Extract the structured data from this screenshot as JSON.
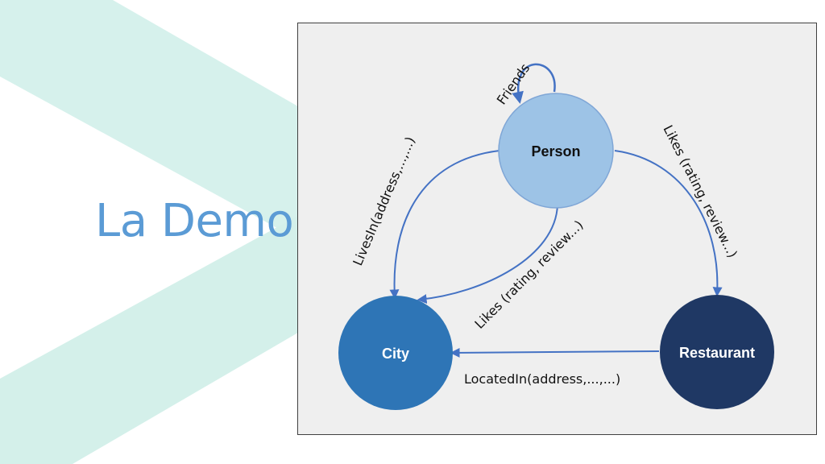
{
  "slide": {
    "title": "La Demo"
  },
  "diagram": {
    "nodes": {
      "person": {
        "label": "Person",
        "color": "#9dc3e6"
      },
      "city": {
        "label": "City",
        "color": "#2e75b6"
      },
      "restaurant": {
        "label": "Restaurant",
        "color": "#1f3864"
      }
    },
    "edges": {
      "friends": "Friends",
      "lives_in": "LivesIn(address,...,...)",
      "likes_city": "Likes (rating, review...)",
      "likes_restaurant": "Likes (rating, review...)",
      "located_in": "LocatedIn(address,...,...)"
    },
    "edge_color": "#4472c4"
  },
  "theme": {
    "accent": "#5b9bd5",
    "ribbon": "#d4f0ea"
  }
}
